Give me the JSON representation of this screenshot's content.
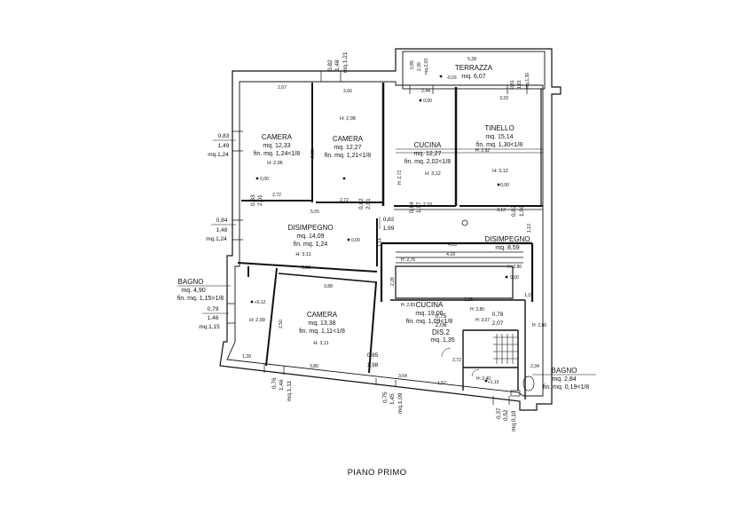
{
  "title": "PIANO PRIMO",
  "rooms": [
    {
      "id": "camera-1",
      "name": "CAMERA",
      "area": "mq. 12,33",
      "window_area": "fin. mq. 1,24<1/8",
      "height": "H: 2,96",
      "level": "0,00"
    },
    {
      "id": "camera-2",
      "name": "CAMERA",
      "area": "mq. 12,27",
      "window_area": "fin. mq. 1,21<1/8",
      "height": "H: 2,98"
    },
    {
      "id": "terrazza",
      "name": "TERRAZZA",
      "area": "mq. 6,07",
      "level": "-0,03"
    },
    {
      "id": "cucina-1",
      "name": "CUCINA",
      "area": "mq. 12,27",
      "window_area": "fin. mq. 2,02<1/8",
      "height": "H: 3,12",
      "level": "0,00"
    },
    {
      "id": "tinello",
      "name": "TINELLO",
      "area": "mq. 15,14",
      "window_area": "fin. mq. 1,30<1/8",
      "height": "H: 3,12",
      "level": "0,00"
    },
    {
      "id": "disimpegno-1",
      "name": "DISIMPEGNO",
      "area": "mq. 14,09",
      "window_area": "fin. mq. 1,24",
      "height": "H: 3,11",
      "level": "0,00"
    },
    {
      "id": "disimpegno-2",
      "name": "DISIMPEGNO",
      "area": "mq. 8,59",
      "level": "0,00"
    },
    {
      "id": "bagno-1",
      "name": "BAGNO",
      "area": "mq. 4,90",
      "window_area": "fin. mq. 1,15>1/8",
      "height": "H: 2,99",
      "level": "+0,12"
    },
    {
      "id": "camera-3",
      "name": "CAMERA",
      "area": "mq. 13,38",
      "window_area": "fin. mq. 1,11<1/8",
      "height": "H: 3,11"
    },
    {
      "id": "cucina-2",
      "name": "CUCINA",
      "area": "mq. 19,00",
      "window_area": "fin. mq. 1,09<1/8"
    },
    {
      "id": "dis-2",
      "name": "DIS.2",
      "area": "mq. 1,35"
    },
    {
      "id": "bagno-2",
      "name": "BAGNO",
      "area": "mq. 2,84",
      "window_area": "fin. mq. 0,19<1/8",
      "height": "H: 2,40",
      "level": "+1,13"
    }
  ],
  "window_labels": [
    {
      "id": "w-left-1",
      "l1": "0,83",
      "l2": "1,49",
      "l3": "mq.1,24"
    },
    {
      "id": "w-left-2",
      "l1": "0,84",
      "l2": "1,48",
      "l3": "mq.1,24"
    },
    {
      "id": "w-left-3",
      "l1": "0,79",
      "l2": "1,46",
      "l3": "mq.1,15"
    },
    {
      "id": "w-top-1",
      "l1": "0,82",
      "l2": "1,48",
      "l3": "mq.1,21"
    },
    {
      "id": "w-top-terr",
      "l1": "0,85",
      "l2": "2,39",
      "l3": "mq.2,03"
    },
    {
      "id": "w-top-tin",
      "l1": "0,81",
      "l2": "1,61",
      "l3": "mq.1,30"
    },
    {
      "id": "w-bot-1",
      "l1": "0,76",
      "l2": "1,46",
      "l3": "mq.1,11"
    },
    {
      "id": "w-bot-2",
      "l1": "0,75",
      "l2": "1,45",
      "l3": "mq.1,09"
    },
    {
      "id": "w-bot-3",
      "l1": "0,37",
      "l2": "0,52",
      "l3": "mq.0,19"
    }
  ],
  "dimensions": {
    "d_267": "2,67",
    "d_266": "2,66",
    "d_298": "2,98",
    "d_528": "5,28",
    "d_244": "2,44",
    "d_333": "3,33",
    "d_272a": "2,72",
    "d_272b": "2,72",
    "d_555": "5,55",
    "d_233": "2,33",
    "d_312": "3,12",
    "d_082_201": "0,82",
    "d_201": "2,01",
    "d_082_199": "0,82",
    "d_199": "1,99",
    "d_084": "0,84",
    "d_197": "1,97",
    "d_082_196": "0,82",
    "d_196": "1,96",
    "d_083_201": "0,83",
    "d_201b": "2,01",
    "d_426": "4,26",
    "d_418": "4,18",
    "d_552": "5,52",
    "d_388": "3,88",
    "d_380": "3,80",
    "d_139": "1,39",
    "d_364": "3,64",
    "d_152": "1,52",
    "d_238": "2,38",
    "d_075": "0,75",
    "d_206": "2,06",
    "d_078": "0,78",
    "d_207": "2,07",
    "d_085": "0,85",
    "d_198": "1,98",
    "d_272c": "2,72",
    "d_h_286": "H: 2,86",
    "d_h_276": "H: 2,76",
    "d_h_283": "H: 2,83",
    "d_h_280": "H: 2,80",
    "d_h_292": "H: 2,92",
    "d_h_272": "H: 2,72",
    "d_234": "2,34",
    "d_250": "2,50",
    "d_h_307": "H: 3,07",
    "d_115": "1,15",
    "d_228": "2,28",
    "d_114": "1,14",
    "d_113": "1,13"
  }
}
